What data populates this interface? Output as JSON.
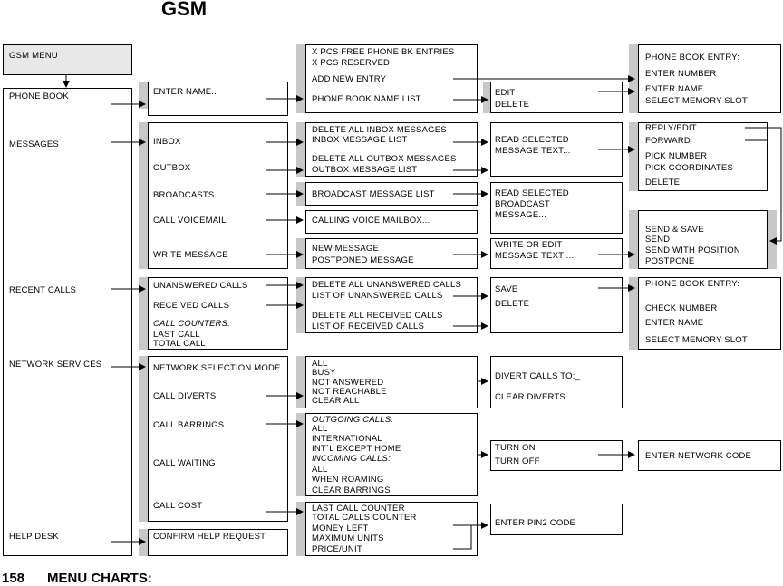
{
  "title": "GSM",
  "footer": {
    "page_number": "158",
    "section": "MENU CHARTS:"
  },
  "col1": {
    "menu_header": "GSM MENU",
    "items": [
      "PHONE BOOK",
      "MESSAGES",
      "RECENT CALLS",
      "NETWORK SERVICES",
      "HELP DESK"
    ]
  },
  "col2": {
    "phone_book": [
      "ENTER NAME.."
    ],
    "messages": [
      "INBOX",
      "OUTBOX",
      "BROADCASTS",
      "CALL VOICEMAIL",
      "WRITE MESSAGE"
    ],
    "recent_calls": [
      "UNANSWERED CALLS",
      "RECEIVED CALLS",
      "CALL COUNTERS:",
      "LAST CALL",
      "TOTAL CALL"
    ],
    "network": [
      "NETWORK SELECTION MODE",
      "CALL DIVERTS",
      "CALL BARRINGS",
      "CALL WAITING",
      "CALL COST"
    ],
    "help": [
      "CONFIRM HELP REQUEST"
    ]
  },
  "col3": {
    "phonebook": [
      "X PCS FREE PHONE BK ENTRIES",
      "X PCS RESERVED",
      "ADD NEW ENTRY",
      "PHONE BOOK NAME LIST"
    ],
    "inbox": [
      "DELETE ALL INBOX MESSAGES",
      "INBOX MESSAGE LIST",
      "DELETE ALL OUTBOX MESSAGES",
      "OUTBOX MESSAGE LIST"
    ],
    "broadcast": [
      "BROADCAST MESSAGE LIST"
    ],
    "voicemail": [
      "CALLING VOICE MAILBOX..."
    ],
    "write": [
      "NEW MESSAGE",
      "POSTPONED MESSAGE"
    ],
    "recent": [
      "DELETE ALL UNANSWERED CALLS",
      "LIST OF UNANSWERED CALLS",
      "DELETE ALL RECEIVED  CALLS",
      "LIST OF RECEIVED CALLS"
    ],
    "diverts": [
      "ALL",
      "BUSY",
      "NOT ANSWERED",
      "NOT REACHABLE",
      "CLEAR ALL"
    ],
    "barrings": [
      "OUTGOING CALLS:",
      "ALL",
      "INTERNATIONAL",
      "INT`L EXCEPT HOME",
      "INCOMING CALLS:",
      "ALL",
      "WHEN ROAMING",
      "CLEAR BARRINGS"
    ],
    "cost": [
      "LAST CALL COUNTER",
      "TOTAL CALLS COUNTER",
      "MONEY LEFT",
      "MAXIMUM UNITS",
      "PRICE/UNIT"
    ]
  },
  "col4": {
    "edit": [
      "EDIT",
      "DELETE"
    ],
    "read": [
      "READ SELECTED",
      "MESSAGE TEXT..."
    ],
    "read_bc": [
      "READ SELECTED",
      "BROADCAST",
      "MESSAGE..."
    ],
    "write": [
      "WRITE OR EDIT",
      "MESSAGE TEXT ..."
    ],
    "save": [
      "SAVE",
      "DELETE"
    ],
    "divert": [
      "DIVERT CALLS TO:_",
      "CLEAR DIVERTS"
    ],
    "turn": [
      "TURN ON",
      "TURN OFF"
    ],
    "pin": [
      "ENTER PIN2 CODE"
    ]
  },
  "col5": {
    "pb_entry": [
      "PHONE BOOK ENTRY:",
      "ENTER NUMBER",
      "ENTER NAME",
      "SELECT MEMORY SLOT"
    ],
    "reply": [
      "REPLY/EDIT",
      "FORWARD",
      "PICK NUMBER",
      "PICK COORDINATES",
      "DELETE"
    ],
    "send": [
      "SEND & SAVE",
      "SEND",
      "SEND WITH POSITION",
      "POSTPONE"
    ],
    "pb_entry2": [
      "PHONE BOOK ENTRY:",
      "CHECK NUMBER",
      "ENTER NAME",
      "SELECT MEMORY SLOT"
    ],
    "network_code": [
      "ENTER NETWORK CODE"
    ]
  }
}
